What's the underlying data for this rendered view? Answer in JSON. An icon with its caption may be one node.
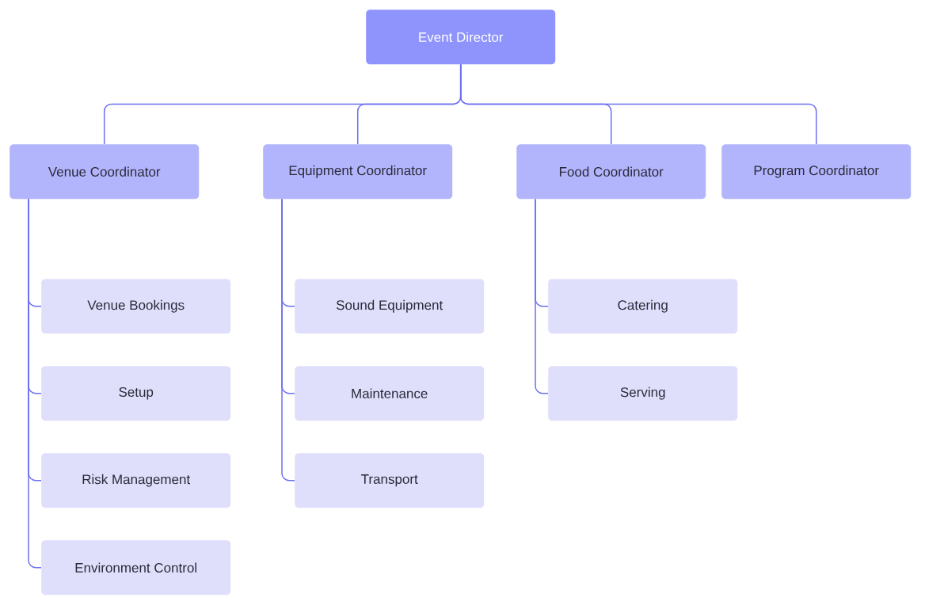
{
  "diagram": {
    "nodes": [
      {
        "text": [
          "Event Director"
        ]
      },
      {
        "text": [
          "Venue Coordinator"
        ]
      },
      {
        "text": [
          "Equipment Coordinator"
        ]
      },
      {
        "text": [
          "Food Coordinator"
        ]
      },
      {
        "text": [
          "Program Coordinator"
        ]
      },
      {
        "text": [
          "Venue Bookings"
        ]
      },
      {
        "text": [
          "Setup"
        ]
      },
      {
        "text": [
          "Risk Management"
        ]
      },
      {
        "text": [
          "Environment Control"
        ]
      },
      {
        "text": [
          "Sound Equipment"
        ]
      },
      {
        "text": [
          "Maintenance"
        ]
      },
      {
        "text": [
          "Transport"
        ]
      },
      {
        "text": [
          "Catering"
        ]
      },
      {
        "text": [
          "Serving"
        ]
      }
    ],
    "edges": [
      {
        "from": 0,
        "to": 1,
        "arrow": "none"
      },
      {
        "from": 0,
        "to": 2,
        "arrow": "none"
      },
      {
        "from": 0,
        "to": 3,
        "arrow": "none"
      },
      {
        "from": 0,
        "to": 4,
        "arrow": "none"
      },
      {
        "from": 1,
        "to": 5,
        "arrow": "none"
      },
      {
        "from": 1,
        "to": 6,
        "arrow": "none"
      },
      {
        "from": 1,
        "to": 7,
        "arrow": "none"
      },
      {
        "from": 1,
        "to": 8,
        "arrow": "none"
      },
      {
        "from": 2,
        "to": 9,
        "arrow": "none"
      },
      {
        "from": 2,
        "to": 10,
        "arrow": "none"
      },
      {
        "from": 2,
        "to": 11,
        "arrow": "none"
      },
      {
        "from": 3,
        "to": 12,
        "arrow": "none"
      },
      {
        "from": 3,
        "to": 13,
        "arrow": "none"
      }
    ]
  }
}
